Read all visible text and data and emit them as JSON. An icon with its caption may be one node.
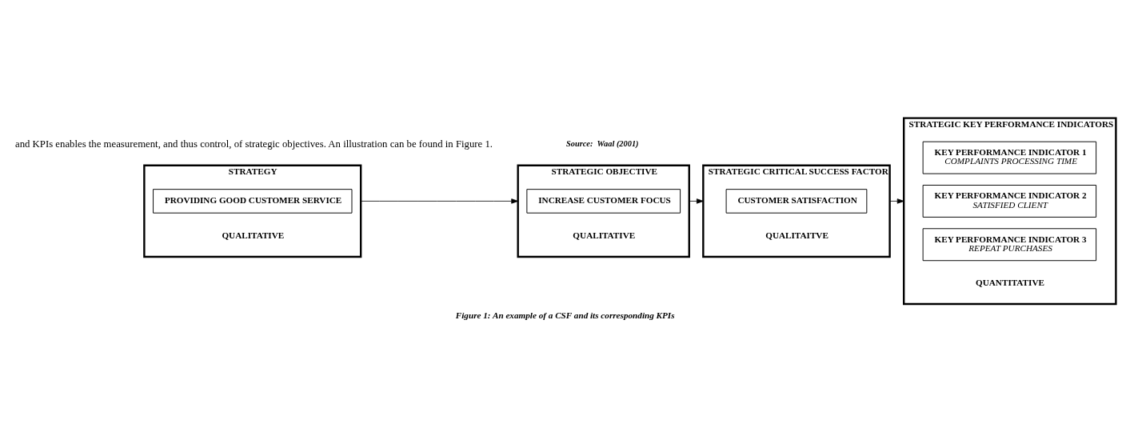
{
  "diagram": {
    "caption": "Figure 1: An example of a CSF and its corresponding KPIs",
    "nodes": [
      {
        "text": [
          "STRATEGY",
          "QUALITATIVE"
        ]
      },
      {
        "text": [
          "PROVIDING GOOD CUSTOMER SERVICE"
        ],
        "in": 0
      },
      {
        "text": [
          "STRATEGIC OBJECTIVE",
          "QUALITATIVE"
        ]
      },
      {
        "text": [
          "INCREASE CUSTOMER FOCUS"
        ],
        "in": 2
      },
      {
        "text": [
          "STRATEGIC CRITICAL SUCCESS FACTOR",
          "QUALITAITVE"
        ]
      },
      {
        "text": [
          "CUSTOMER SATISFACTION"
        ],
        "in": 4
      },
      {
        "text": [
          "STRATEGIC KEY PERFORMANCE INDICATORS",
          "QUANTITATIVE"
        ]
      },
      {
        "text": [
          "KEY PERFORMANCE INDICATOR 1",
          "COMPLAINTS PROCESSING TIME"
        ],
        "in": 6
      },
      {
        "text": [
          "KEY PERFORMANCE INDICATOR 2",
          "SATISFIED CLIENT"
        ],
        "in": 6
      },
      {
        "text": [
          "KEY PERFORMANCE INDICATOR 3",
          "REPEAT PURCHASES"
        ],
        "in": 6
      }
    ],
    "edges": [
      {
        "from": 0,
        "to": 2,
        "arrow": "to"
      },
      {
        "from": 2,
        "to": 4,
        "arrow": "to"
      },
      {
        "from": 4,
        "to": 6,
        "arrow": "to"
      }
    ],
    "labels": [
      "and KPIs enables the measurement, and thus control, of strategic objectives. An illustration can be found in Figure 1.",
      "Source:  Waal (2001)"
    ]
  }
}
